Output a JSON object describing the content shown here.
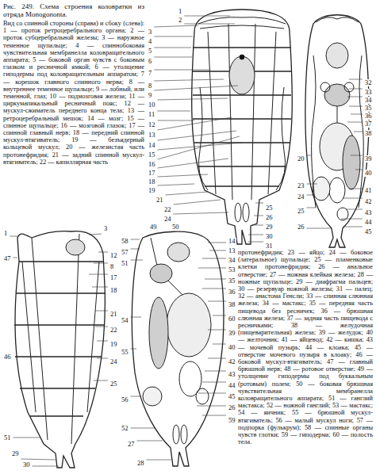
{
  "diagram": {
    "title": "Рис. 249. Схема строения коловратки из отряда Monogononta.",
    "labels": [
      "Вид со спинной стороны (справа) и сбоку (слева): 1 — проток ретроцеребрального органа; 2 — проток субцеребральной железы; 3 — наружное теменное щупальце; 4 — спиннобоковая чувствительная мембранелла коловращательного аппарата; 5 — боковой орган чувств с боковым глазком и ресничной ямкой; 6 — утолщение гиподермы под коловращательным аппаратом; 7 — корешок главного спинного нерва; 8 — внутреннее теменное щупальце; 9 — лобный, или теменной, глаз; 10 — подмозговая железа; 11 — циркумапикальный ресничный пояс; 12 — мускул-сжиматель переднего конца тела; 13 — ретроцеребральный мешок; 14 — мозг; 15 — спинное щупальце; 16 — мозговой глазок; 17 — спинной главный нерв; 18 — передний спинной мускул-втягиватель; 19 — безъядерный кольцевой мускул; 20 — железистая часть протонефридия; 21 — задний спинной мускул-втягиватель; 22 — капиллярная часть",
      "протонефридия; 23 — яйцо; 24 — боковое (латеральное) щупальце; 25 — пламенковые клетки протонефридия; 26 — анальное отверстие; 27 — ножная клейкая железа; 28 — ножные щупальце; 29 — диафрагма пальцев; 30 — резервуар ножной железы; 31 — палец; 32 — анастома Генсли; 33 — спинная слюнная железа; 34 — мастакс; 35 — передняя часть пищевода без ресничек; 36 — брюшная слюнная железа; 37 — задняя часть пищевода с ресничками; 38 — желудочная (пищеварительная) железа; 39 — желудок; 40 — желточник; 41 — яйцевод; 42 — кишка; 43 — мочевой пузырь; 44 — клоака; 45 — отверстие мочевого пузыря в клоаку; 46 — боковой мускул-втягиватель; 47 — главный брюшной нерв; 48 — ротовое отверстие; 49 — утолщение гиподермы под буккальным (ротовым) полем; 50 — боковая брюшная чувствительная мембранелла коловращательного аппарата; 51 — ганглий мастакса; 52 — ножной ганглий; 53 — мастакс; 54 — яичник; 55 — брюшной мускул-втягиватель; 56 — малый мускул ноги; 57 — подпорка (фулькрум); 58 — спинные органы чувств глотки; 59 — гиподерма; 60 — полость тела.",
      "1",
      "2",
      "3",
      "4",
      "5",
      "6",
      "7",
      "8",
      "9",
      "10",
      "11",
      "12",
      "13",
      "14",
      "15",
      "16",
      "17",
      "18",
      "19",
      "21",
      "22",
      "24",
      "25",
      "26",
      "29",
      "30",
      "31",
      "32",
      "33",
      "34",
      "35",
      "36",
      "37",
      "38",
      "20",
      "39",
      "40",
      "23",
      "24",
      "41",
      "42",
      "25",
      "43",
      "44",
      "45",
      "26",
      "1",
      "47",
      "46",
      "51",
      "29",
      "30",
      "3",
      "12",
      "8",
      "17",
      "18",
      "21",
      "22",
      "19",
      "24",
      "25",
      "58",
      "57",
      "51",
      "54",
      "55",
      "56",
      "52",
      "27",
      "28",
      "49",
      "50",
      "14",
      "13",
      "34",
      "53",
      "35",
      "36",
      "38",
      "60",
      "39",
      "40",
      "42",
      "43",
      "44",
      "45",
      "26",
      "59"
    ]
  }
}
